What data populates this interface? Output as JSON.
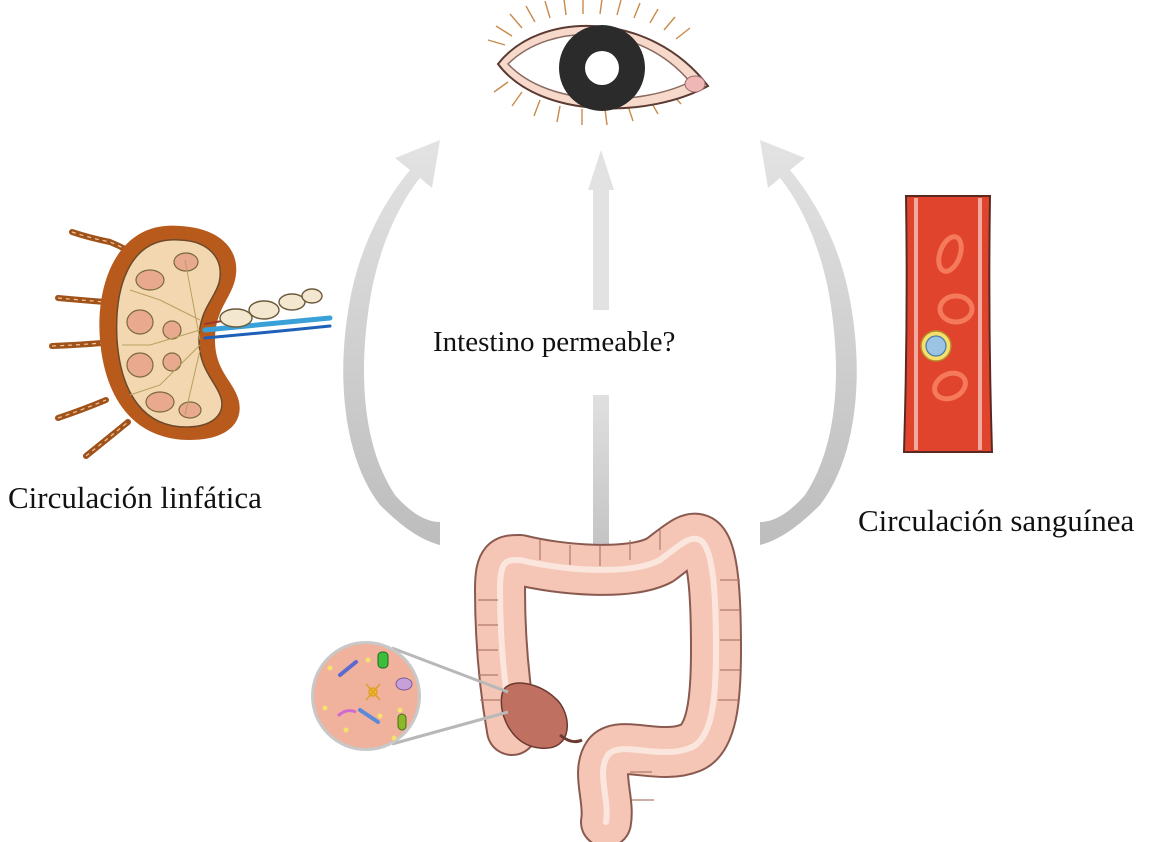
{
  "labels": {
    "center": "Intestino permeable?",
    "left": "Circulación linfática",
    "right": "Circulación sanguínea"
  },
  "nodes": {
    "top": "eye",
    "bottom": "intestine",
    "left": "lymph-node",
    "right": "blood-vessel"
  },
  "colors": {
    "arrow": "#cfcfcf",
    "blood": "#e0442c",
    "blood_cell": "#f06a4e",
    "lymph_capsule": "#b85a1c",
    "lymph_inner": "#f3d7b0",
    "intestine": "#f5c6b5",
    "intestine_outline": "#8a5a50",
    "microbiota_circle": "#f0b19d",
    "eye_iris": "#2b2b2b"
  }
}
